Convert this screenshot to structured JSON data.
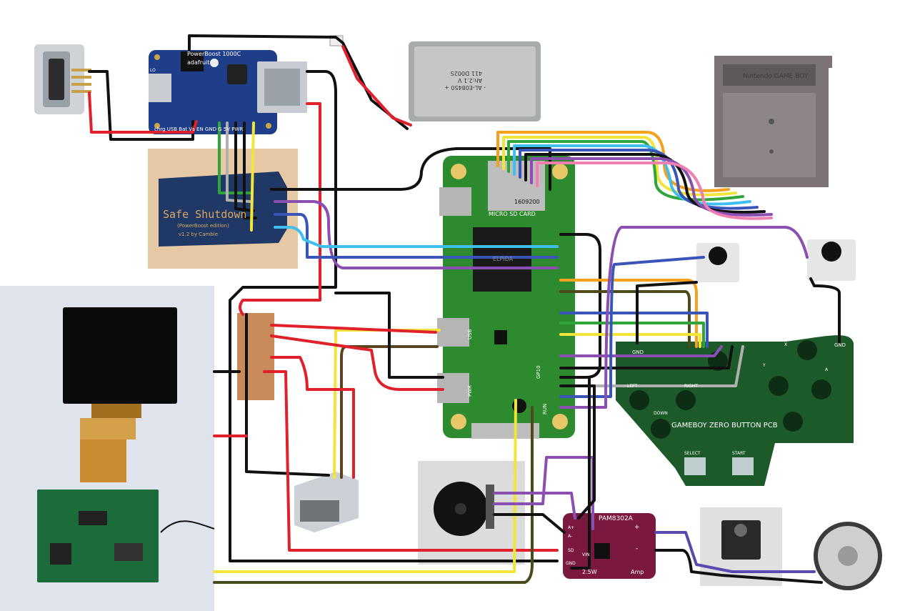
{
  "powerboost": {
    "title": "PowerBoost 1000C",
    "brand": "adafruit",
    "pin_labels": "chrg USB Bat Vs EN GND G 5V PWR",
    "lo_label": "LO"
  },
  "safe_shutdown": {
    "title": "Safe Shutdown",
    "subtitle": "(PowerBoost edition)",
    "credit": "v1.2  by Camble"
  },
  "battery": {
    "line1": "411 D002S",
    "line2": "Ah:2.1 V",
    "line3": "- AL-E08450 +"
  },
  "cartridge": {
    "brand": "Nintendo GAME BOY"
  },
  "pi_zero": {
    "sd_label": "MICRO SD CARD",
    "chip_label": "ELPIDA",
    "sd_chip": "1609200",
    "gp10": "GP10",
    "run_label": "RUN",
    "usb_label": "USB",
    "pwr_label": "PWR"
  },
  "button_pcb": {
    "title": "GAMEBOY ZERO BUTTON PCB",
    "gnd_left": "GND",
    "gnd_right": "GND",
    "left": "LEFT",
    "right": "RIGHT",
    "down": "DOWN",
    "select": "SELECT",
    "start": "START",
    "x": "X",
    "y": "Y",
    "a": "A"
  },
  "amp": {
    "title": "PAM8302A",
    "power": "2.5W",
    "amp": "Amp",
    "plus": "+",
    "minus": "-",
    "a_plus": "A+",
    "a_minus": "A-",
    "sd": "SD",
    "gnd": "GND",
    "vin": "VIN"
  },
  "colors": {
    "black": "#111111",
    "red": "#e0202a",
    "yellow": "#f2e53a",
    "green": "#2fa43a",
    "blue": "#3a55b8",
    "purple": "#8a4fb0",
    "cyan": "#3fbfef",
    "orange": "#f5a11c",
    "pink": "#ef7fb0",
    "grey": "#b0b0b0",
    "brown": "#5a4420",
    "olive": "#4b4a1a",
    "pcb_blue": "#1f3e8a",
    "pi_green": "#2e8a2e",
    "button_pcb_green": "#1d5a2a",
    "amp_purple": "#7a1840",
    "proto_copper": "#c98a5a"
  },
  "icons": [
    "usb-c-connector-icon",
    "usb-a-connector-icon",
    "tactile-button-icon",
    "potentiometer-icon",
    "audio-jack-icon",
    "speaker-icon",
    "lcd-screen-icon",
    "lipo-battery-icon",
    "cartridge-icon"
  ]
}
